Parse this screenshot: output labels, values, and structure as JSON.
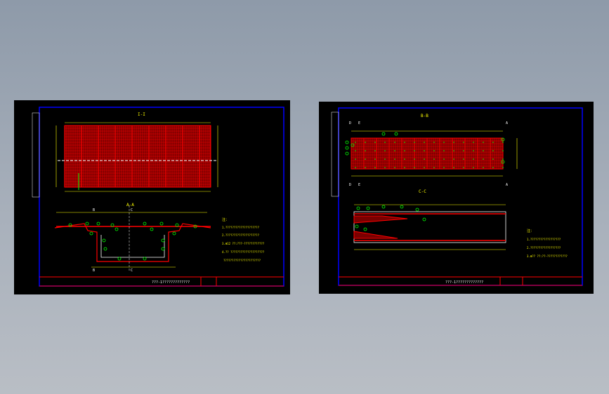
{
  "colors": {
    "frame": "#0000ff",
    "rebar": "#ff0000",
    "text": "#ffff00",
    "label": "#00ff00",
    "outline": "#ffffff"
  },
  "left_sheet": {
    "plan_title": "I-I",
    "section_title": "A-A",
    "section_labels": {
      "top_b": "B",
      "top_c": "C",
      "bot_b": "B",
      "bot_c": "C"
    },
    "notes_heading": "注：",
    "notes": [
      "1.????????????????????",
      "2.????????????????????",
      "3.Φ12 ??:???-????????????",
      "4.?? ????????????????????",
      "??????????????????????"
    ],
    "title_block": "???-1?????????????"
  },
  "right_sheet": {
    "plan_title": "B-B",
    "section_title": "C-C",
    "corner_labels": {
      "d_top": "D",
      "e_top": "E",
      "d_bot": "D",
      "e_bot": "E",
      "a_top": "A",
      "a_bot": "A"
    },
    "notes_heading": "注：",
    "notes": [
      "1.??????????????????",
      "2.??????????????????",
      "3.Φ?? ??:??-????????????"
    ],
    "title_block": "???-1?????????????"
  }
}
